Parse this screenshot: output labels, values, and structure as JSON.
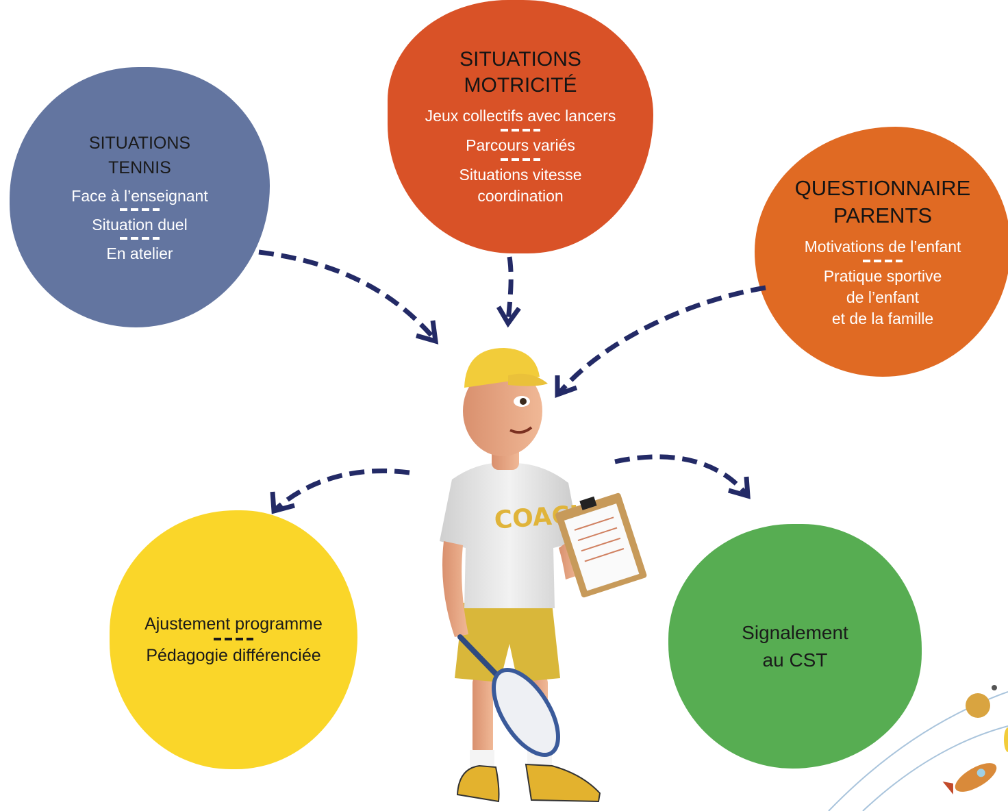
{
  "bubbles": {
    "tennis": {
      "title": [
        "SITUATIONS",
        "TENNIS"
      ],
      "items": [
        "Face à l’enseignant",
        "Situation duel",
        "En atelier"
      ]
    },
    "motricite": {
      "title": [
        "SITUATIONS",
        "MOTRICITÉ"
      ],
      "items": [
        "Jeux collectifs avec lancers",
        "Parcours variés",
        "Situations vitesse",
        "coordination"
      ]
    },
    "parents": {
      "title": [
        "QUESTIONNAIRE",
        "PARENTS"
      ],
      "items": [
        "Motivations de l’enfant",
        "Pratique sportive",
        "de l’enfant",
        "et de la famille"
      ]
    },
    "ajustement": {
      "items": [
        "Ajustement programme",
        "Pédagogie différenciée"
      ]
    },
    "signalement": {
      "items": [
        "Signalement",
        "au CST"
      ]
    }
  },
  "coach": {
    "shirt_text": "COACH"
  },
  "colors": {
    "tennis": "#6375a0",
    "motricite": "#d95227",
    "parents": "#e06a23",
    "ajustement": "#fad629",
    "signalement": "#57ad52",
    "arrow": "#232a66"
  }
}
